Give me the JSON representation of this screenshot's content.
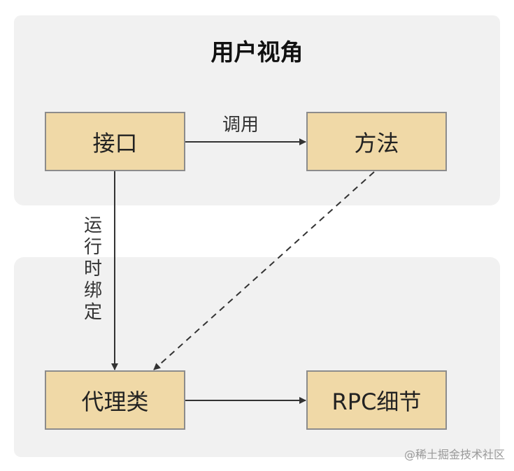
{
  "diagram": {
    "title": "用户视角",
    "nodes": {
      "interface": "接口",
      "method": "方法",
      "proxy": "代理类",
      "rpc_detail": "RPC细节"
    },
    "edges": {
      "call_label": "调用",
      "runtime_binding_label": "运行时绑定"
    },
    "colors": {
      "node_fill": "#f0d9a7",
      "node_border": "#8c8c8c",
      "panel": "#f1f1f1",
      "arrow": "#333333"
    }
  },
  "watermark": "@稀土掘金技术社区"
}
